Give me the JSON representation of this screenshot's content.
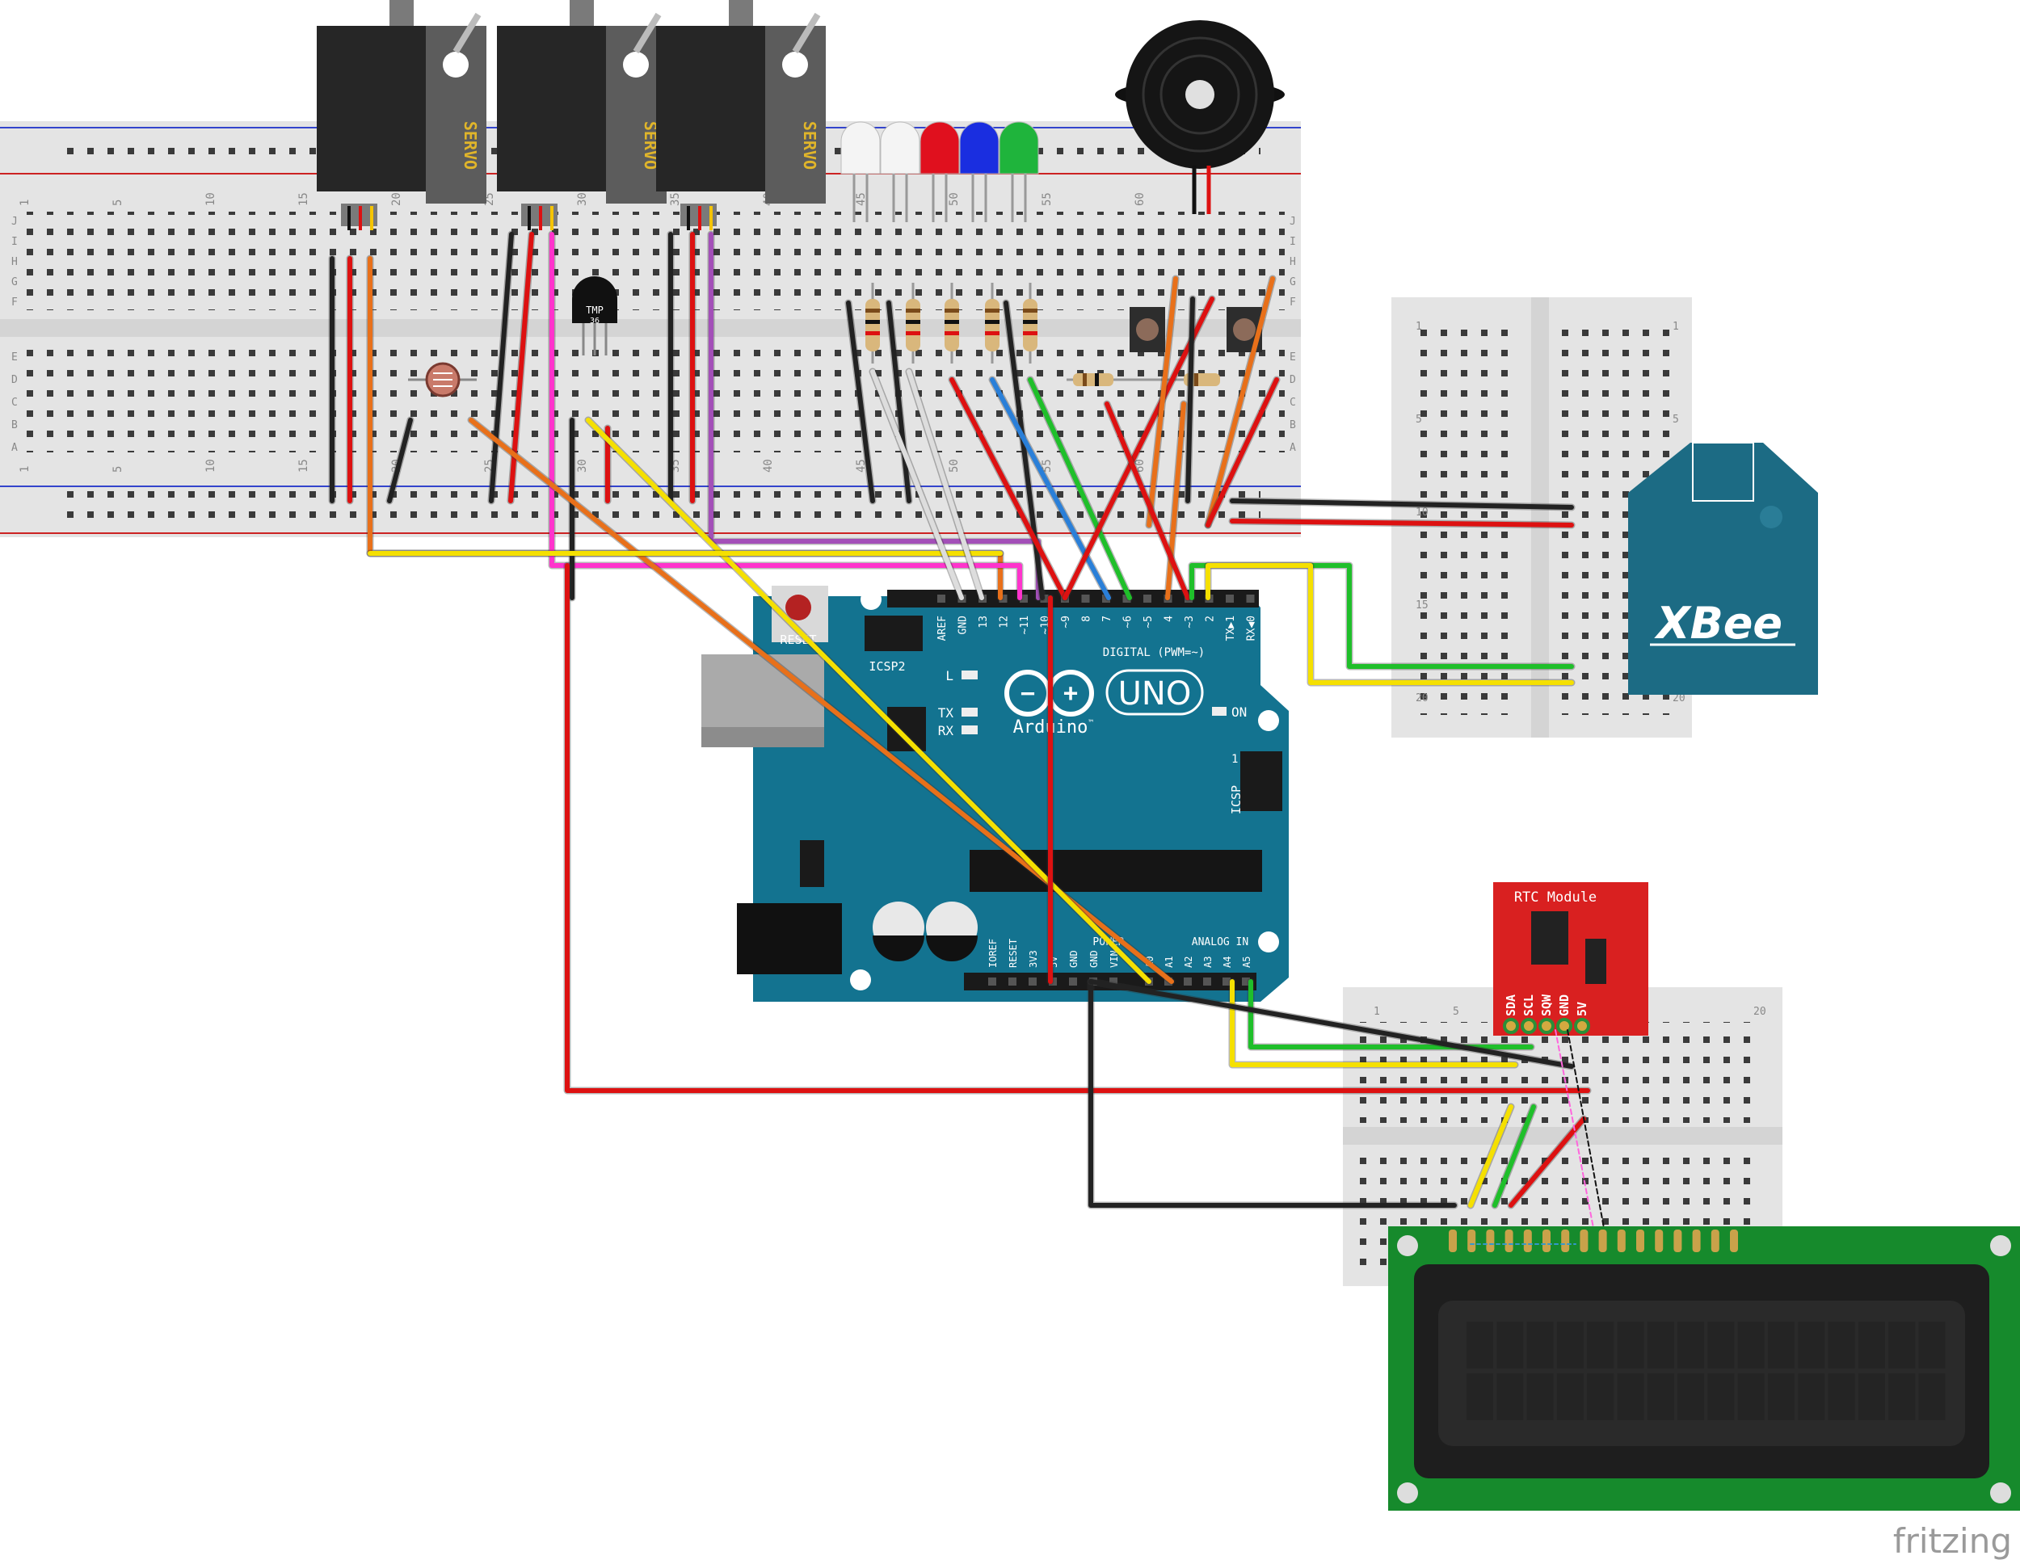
{
  "servos": [
    {
      "label": "SERVO"
    },
    {
      "label": "SERVO"
    },
    {
      "label": "SERVO"
    }
  ],
  "led_colors": [
    "#f4f4f4",
    "#f4f4f4",
    "#e0101e",
    "#1a2ee0",
    "#1fb43c"
  ],
  "temp_sensor": {
    "label_top": "TMP",
    "label_bottom": "36"
  },
  "arduino": {
    "reset_label": "RESET",
    "icsp2_label": "ICSP2",
    "icsp_label": "ICSP",
    "icsp_pin1": "1",
    "logo_text": "Arduino",
    "tm": "™",
    "model": "UNO",
    "on_label": "ON",
    "led_l": "L",
    "led_tx": "TX",
    "led_rx": "RX",
    "digital_label": "DIGITAL (PWM=~)",
    "digital_pins": [
      "AREF",
      "GND",
      "13",
      "12",
      "~11",
      "~10",
      "~9",
      "8",
      "7",
      "~6",
      "~5",
      "4",
      "~3",
      "2",
      "TX▶1",
      "RX◀0"
    ],
    "power_label": "POWER",
    "power_pins": [
      "IOREF",
      "RESET",
      "3V3",
      "5V",
      "GND",
      "GND",
      "VIN"
    ],
    "analog_label": "ANALOG IN",
    "analog_pins": [
      "A0",
      "A1",
      "A2",
      "A3",
      "A4",
      "A5"
    ]
  },
  "rtc": {
    "title": "RTC Module",
    "pins": [
      "SDA",
      "SCL",
      "SQW",
      "GND",
      "5V"
    ]
  },
  "xbee": {
    "label": "XBee"
  },
  "breadboard_labels": {
    "row_letters_top": [
      "J",
      "I",
      "H",
      "G",
      "F"
    ],
    "row_letters_bottom": [
      "E",
      "D",
      "C",
      "B",
      "A"
    ],
    "column_numbers": [
      "1",
      "5",
      "10",
      "15",
      "20",
      "25",
      "30",
      "35",
      "40",
      "45",
      "50",
      "55",
      "60"
    ],
    "side_numbers": [
      "1",
      "5",
      "10",
      "15",
      "20"
    ],
    "small_top": [
      "1",
      "5",
      "20"
    ]
  },
  "watermark": "fritzing"
}
